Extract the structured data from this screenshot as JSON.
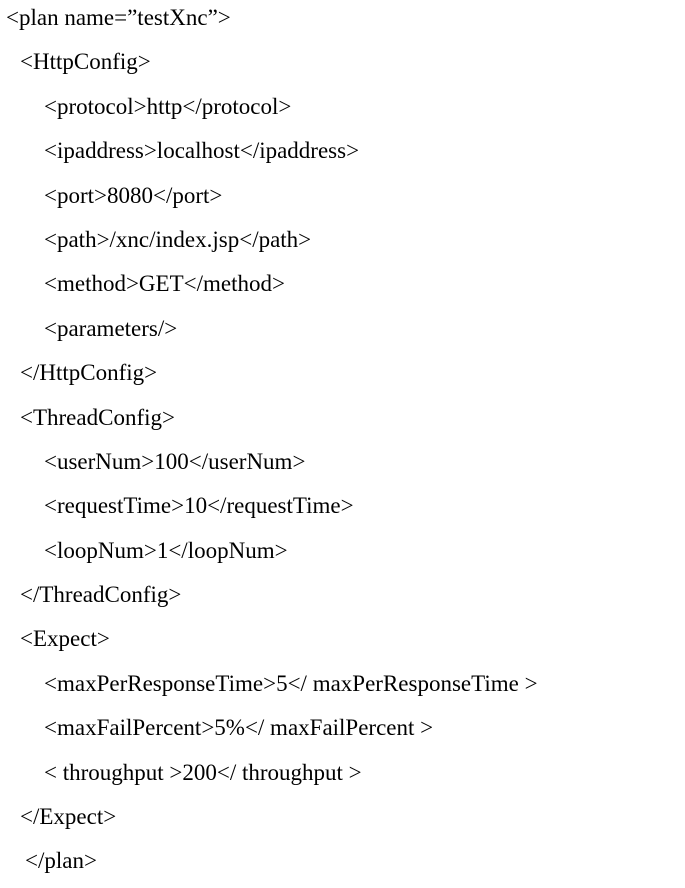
{
  "document": {
    "lines": [
      "<plan name=”testXnc”>",
      "<HttpConfig>",
      "<protocol>http</protocol>",
      "<ipaddress>localhost</ipaddress>",
      "<port>8080</port>",
      "<path>/xnc/index.jsp</path>",
      "<method>GET</method>",
      "<parameters/>",
      "</HttpConfig>",
      "<ThreadConfig>",
      "<userNum>100</userNum>",
      "<requestTime>10</requestTime>",
      "<loopNum>1</loopNum>",
      "</ThreadConfig>",
      "<Expect>",
      "<maxPerResponseTime>5</ maxPerResponseTime >",
      "<maxFailPercent>5%</ maxFailPercent >",
      "< throughput >200</ throughput >",
      "</Expect>",
      "</plan>"
    ]
  }
}
